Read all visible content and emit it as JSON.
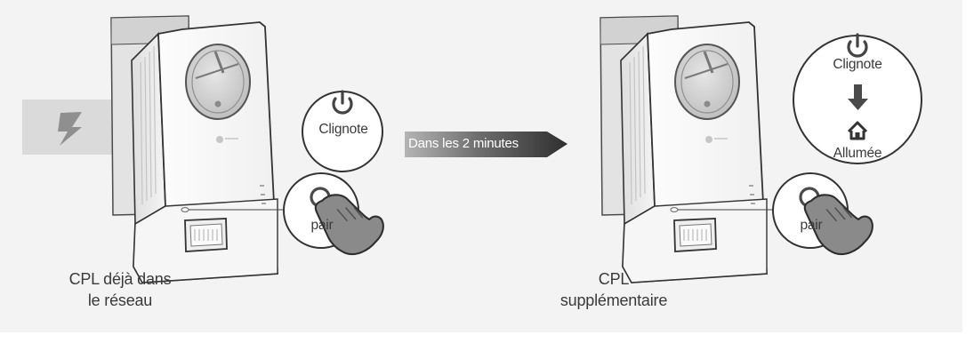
{
  "bubbles": {
    "left_status": "Clignote",
    "pair_label": "pair",
    "right_status_1": "Clignote",
    "right_status_2": "Allumée"
  },
  "arrow": {
    "label": "Dans les 2 minutes"
  },
  "captions": {
    "left": [
      "CPL déjà dans",
      "le réseau"
    ],
    "right": [
      "CPL",
      "supplémentaire"
    ]
  },
  "icons": [
    "power-bolt-icon",
    "power-icon",
    "pair-button-icon",
    "hand-icon",
    "arrow-down-icon",
    "home-icon"
  ],
  "colors": {
    "background": "#f3f3f3",
    "ink": "#3a3a3a",
    "arrow_dark": "#2f2f2f"
  }
}
